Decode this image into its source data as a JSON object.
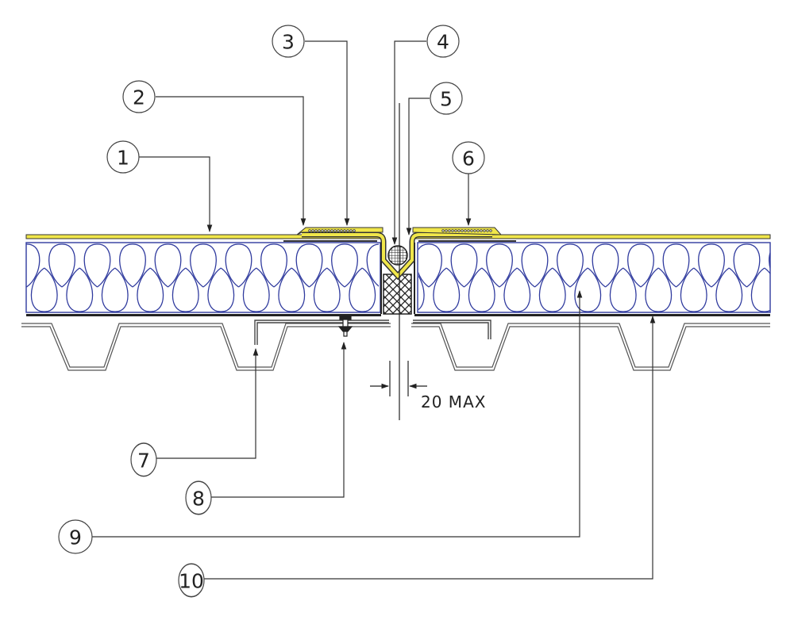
{
  "title": "Roof expansion joint section detail",
  "colors": {
    "membrane": "#f0e64a",
    "membrane_edge": "#333333",
    "insulation": "#2f3a9e",
    "line": "#333333",
    "deck": "#444444"
  },
  "callouts": [
    {
      "id": "1",
      "label": "1",
      "target": "roof membrane"
    },
    {
      "id": "2",
      "label": "2",
      "target": "membrane lap edge"
    },
    {
      "id": "3",
      "label": "3",
      "target": "adhered cover strip"
    },
    {
      "id": "4",
      "label": "4",
      "target": "backer rod"
    },
    {
      "id": "5",
      "label": "5",
      "target": "joint membrane loop"
    },
    {
      "id": "6",
      "label": "6",
      "target": "adhered cover strip (right)"
    },
    {
      "id": "7",
      "label": "7",
      "target": "steel angle / support plate"
    },
    {
      "id": "8",
      "label": "8",
      "target": "mechanical fastener"
    },
    {
      "id": "9",
      "label": "9",
      "target": "thermal insulation"
    },
    {
      "id": "10",
      "label": "10",
      "target": "vapour control layer"
    }
  ],
  "dimension": {
    "label": "20 MAX"
  }
}
